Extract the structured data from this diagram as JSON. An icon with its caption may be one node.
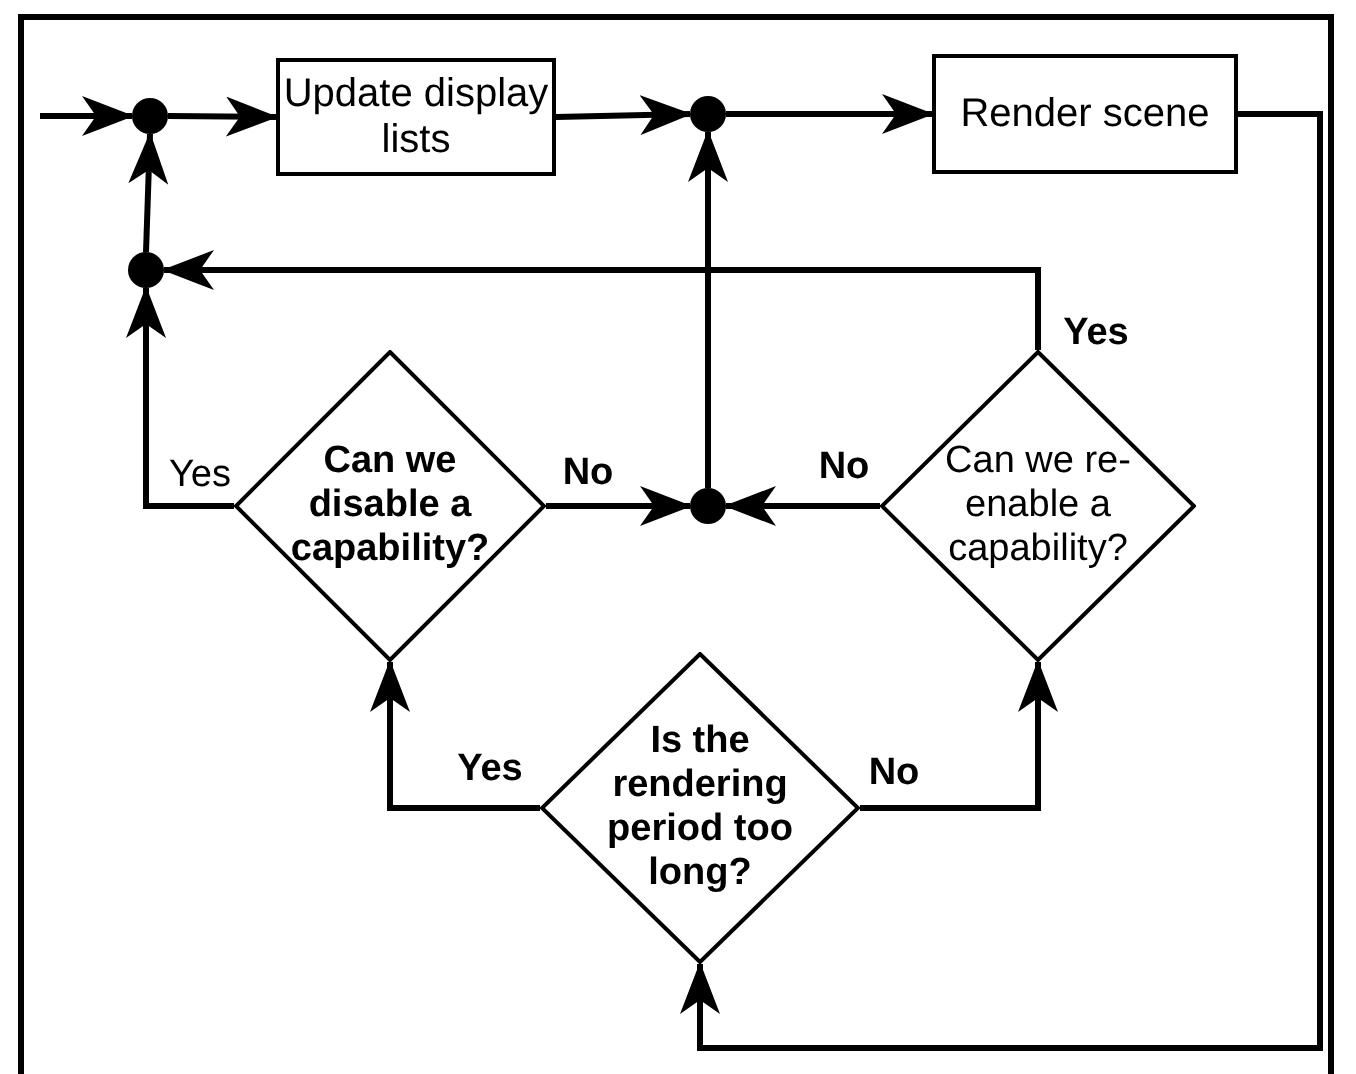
{
  "diagram": {
    "nodes": [
      {
        "text": [],
        "shape": "circle"
      },
      {
        "text": [
          "Update display lists"
        ]
      },
      {
        "text": [],
        "shape": "circle"
      },
      {
        "text": [
          "Render scene"
        ]
      },
      {
        "text": [],
        "shape": "circle"
      },
      {
        "text": [
          "Can we disable a capability?"
        ]
      },
      {
        "text": [],
        "shape": "circle"
      },
      {
        "text": [
          "Can we re-enable a capability?"
        ]
      },
      {
        "text": [
          "Is the rendering period too long?"
        ]
      }
    ],
    "edges": [
      {
        "from": null,
        "to": 0,
        "arrow": "to"
      },
      {
        "from": 0,
        "to": 1,
        "arrow": "to"
      },
      {
        "from": 1,
        "to": 2,
        "arrow": "to"
      },
      {
        "from": 2,
        "to": 3,
        "arrow": "to"
      },
      {
        "from": 3,
        "to": 8,
        "arrow": "to"
      },
      {
        "from": 8,
        "to": 5,
        "arrow": "to",
        "label": "Yes"
      },
      {
        "from": 8,
        "to": 7,
        "arrow": "to",
        "label": "No"
      },
      {
        "from": 5,
        "to": 4,
        "arrow": "to",
        "label": "Yes"
      },
      {
        "from": 5,
        "to": 6,
        "arrow": "to",
        "label": "No"
      },
      {
        "from": 7,
        "to": 6,
        "arrow": "to",
        "label": "No"
      },
      {
        "from": 7,
        "to": 4,
        "arrow": "to",
        "label": "Yes"
      },
      {
        "from": 4,
        "to": 0,
        "arrow": "to"
      },
      {
        "from": 6,
        "to": 2,
        "arrow": "to"
      }
    ]
  }
}
